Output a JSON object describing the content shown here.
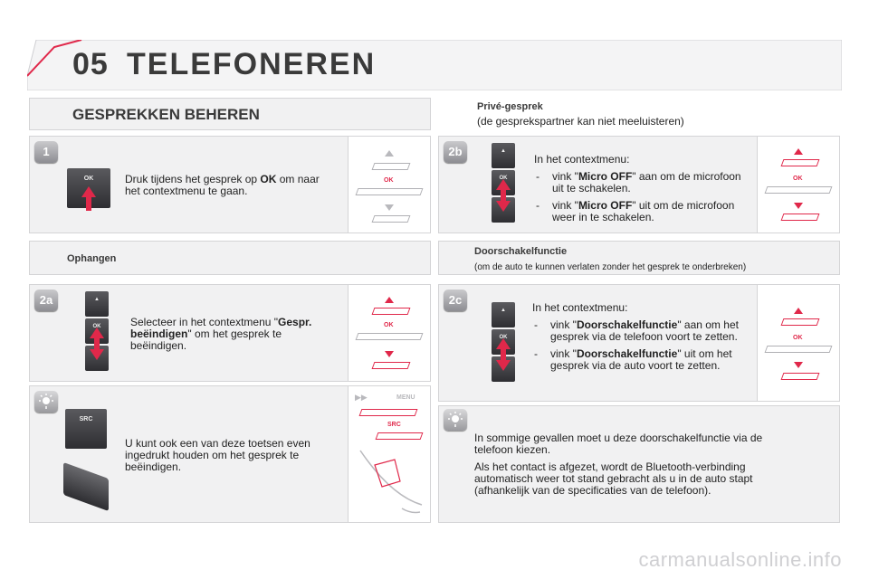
{
  "header": {
    "chapter": "05",
    "title": "TELEFONEREN"
  },
  "left": {
    "section_title": "GESPREKKEN BEHEREN",
    "step1": {
      "badge": "1",
      "key_label": "OK",
      "text_before": "Druk tijdens het gesprek op ",
      "text_bold": "OK",
      "text_after": " om naar het contextmenu te gaan."
    },
    "hangup": {
      "heading": "Ophangen"
    },
    "step2a": {
      "badge": "2a",
      "key_label": "OK",
      "text_before": "Selecteer in het contextmenu \"",
      "text_bold": "Gespr. beëindigen",
      "text_after": "\" om het gesprek te beëindigen."
    },
    "tip": {
      "key_label": "SRC",
      "text": "U kunt ook een van deze toetsen even ingedrukt houden om het gesprek te beëindigen.",
      "wheel_menu": "MENU",
      "wheel_src": "SRC"
    }
  },
  "right": {
    "private": {
      "heading": "Privé-gesprek",
      "sub": "(de gesprekspartner kan niet meeluisteren)"
    },
    "step2b": {
      "badge": "2b",
      "key_label": "OK",
      "intro": "In het contextmenu:",
      "items": [
        {
          "pre": "vink \"",
          "bold": "Micro OFF",
          "post": "\" aan om de microfoon uit te schakelen."
        },
        {
          "pre": "vink \"",
          "bold": "Micro OFF",
          "post": "\" uit om de microfoon weer in te schakelen."
        }
      ]
    },
    "transfer": {
      "heading": "Doorschakelfunctie",
      "sub": "(om de auto te kunnen verlaten zonder het gesprek te onderbreken)"
    },
    "step2c": {
      "badge": "2c",
      "key_label": "OK",
      "intro": "In het contextmenu:",
      "items": [
        {
          "pre": "vink \"",
          "bold": "Doorschakelfunctie",
          "post": "\" aan om het gesprek via de telefoon voort te zetten."
        },
        {
          "pre": "vink \"",
          "bold": "Doorschakelfunctie",
          "post": "\" uit om het gesprek via de auto voort te zetten."
        }
      ]
    },
    "tip": {
      "para1": "In sommige gevallen moet u deze doorschakelfunctie via de telefoon kiezen.",
      "para2": "Als het contact is afgezet, wordt de Bluetooth-verbinding automatisch weer tot stand gebracht als u in de auto stapt (afhankelijk van de specificaties van de telefoon)."
    }
  },
  "display_ok": "OK",
  "footer": "carmanualsonline.info",
  "colors": {
    "accent": "#e0284a",
    "panel": "#f1f1f2",
    "border": "#d4d4d6"
  }
}
